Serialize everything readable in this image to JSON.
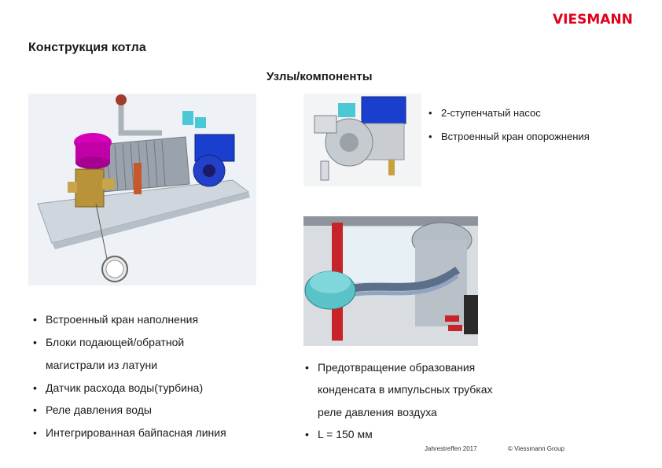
{
  "header": {
    "logo_text": "VIESMANN",
    "title": "Конструкция котла",
    "subtitle": "Узлы/компоненты"
  },
  "top_right": {
    "bullets": [
      "2-ступенчатый насос",
      "Встроенный кран опорожнения"
    ]
  },
  "left_list": {
    "bullets": [
      "Встроенный кран наполнения",
      "Блоки подающей/обратной",
      "магистрали из латуни",
      "Датчик расхода воды(турбина)",
      "Реле давления воды",
      "Интегрированная байпасная линия"
    ]
  },
  "right_list": {
    "bullets": [
      "Предотвращение образования",
      "конденсата в импульсных трубках",
      "реле давления воздуха",
      "L = 150 мм"
    ]
  },
  "footer": {
    "left": "Jahrestreffen 2017",
    "right": "© Viessmann Group"
  },
  "colors": {
    "brand": "#e2001a",
    "accent": "#1a3fcf"
  }
}
